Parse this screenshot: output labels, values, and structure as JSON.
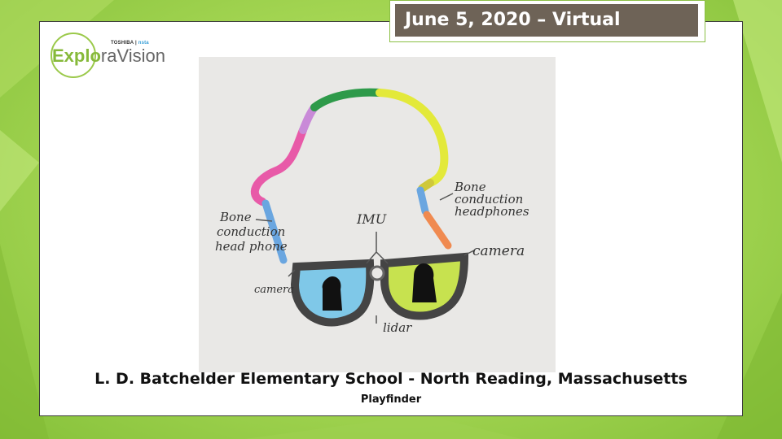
{
  "slide": {
    "date_banner": "June 5, 2020 – Virtual",
    "school": "L. D. Batchelder Elementary School - North Reading, Massachusetts",
    "project": "Playfinder"
  },
  "logo": {
    "sponsor": "TOSHIBA",
    "partner": "nsta",
    "word_part1": "Explo",
    "word_part2": "raVision"
  },
  "drawing_labels": {
    "bone_left_1": "Bone",
    "bone_left_2": "conduction",
    "bone_left_3": "head phone",
    "bone_right_1": "Bone",
    "bone_right_2": "conduction",
    "bone_right_3": "headphones",
    "imu": "IMU",
    "camera_right": "camera",
    "camera_left": "camera",
    "lidar": "lidar"
  },
  "colors": {
    "background": "#a9d957",
    "banner": "#6e6357",
    "logo_green": "#86b93a"
  }
}
